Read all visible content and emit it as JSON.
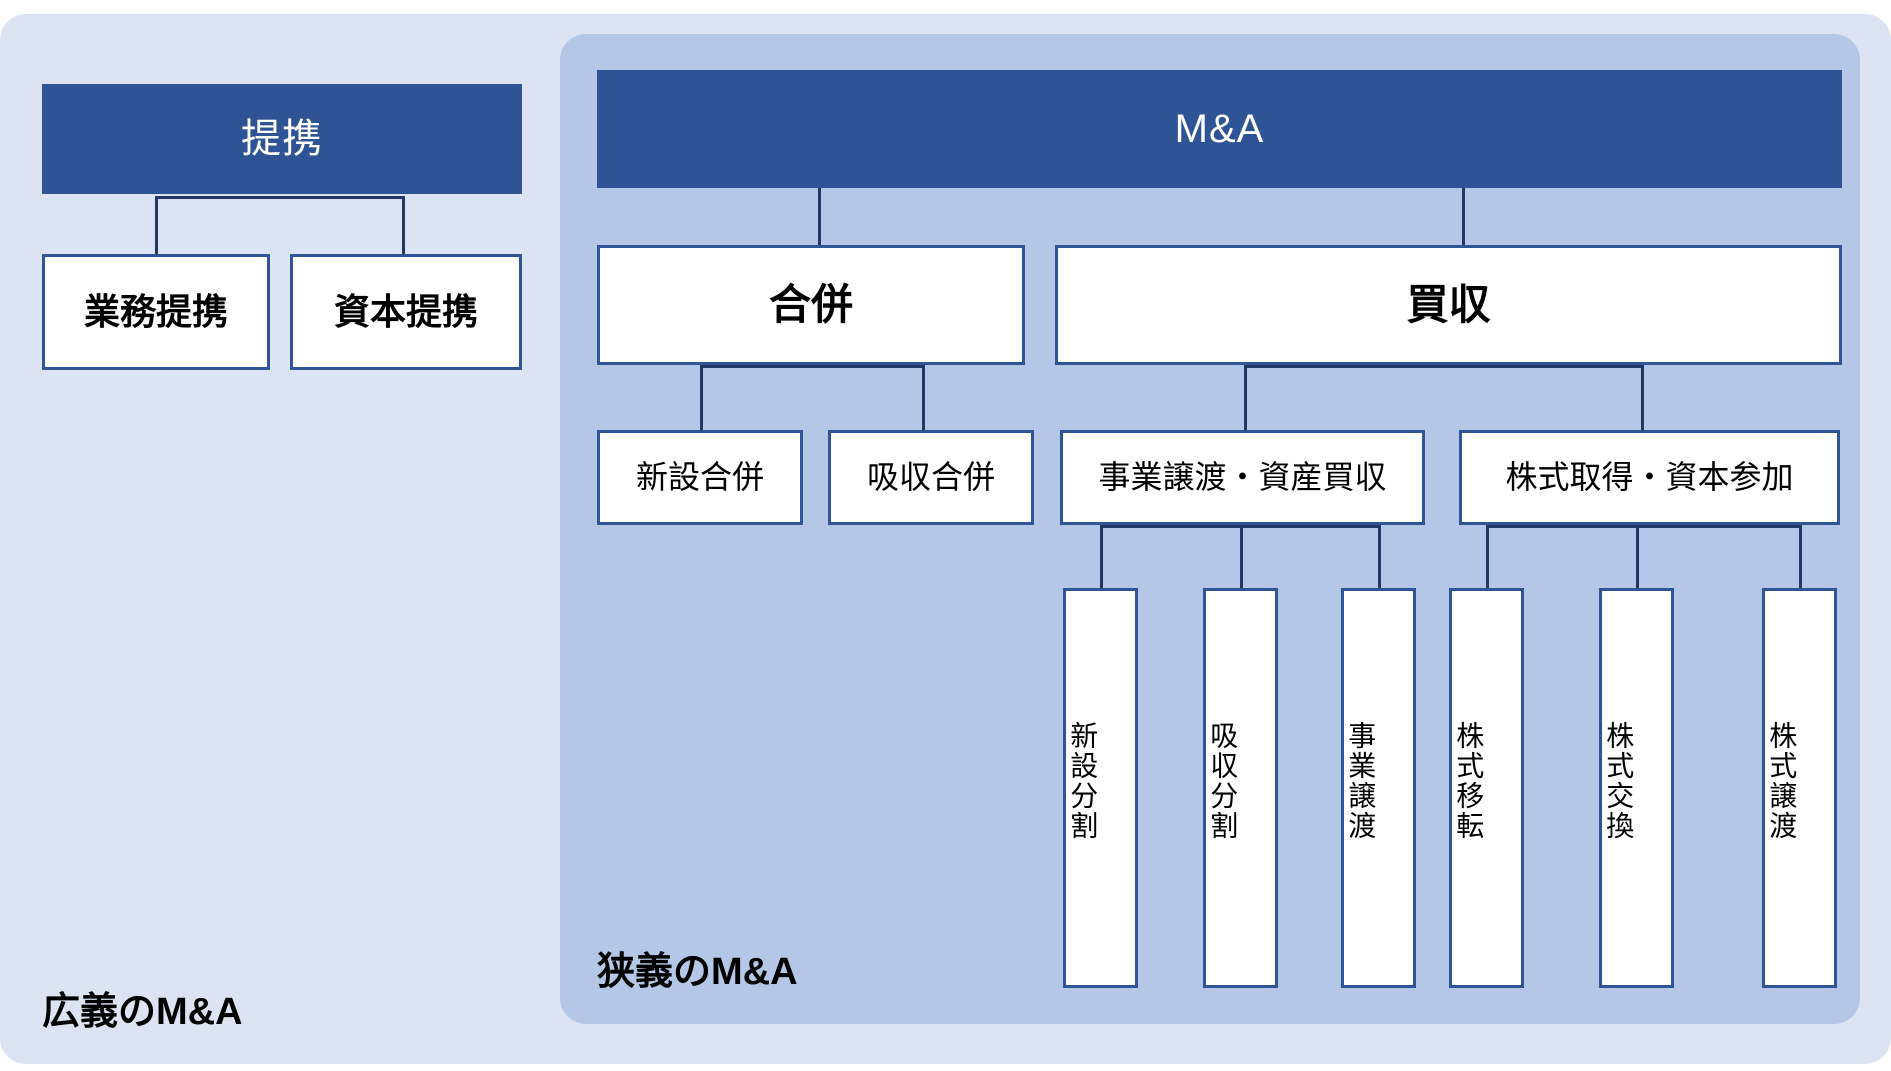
{
  "diagram": {
    "title_broad": "広義のM&A",
    "title_narrow": "狭義のM&A",
    "colors": {
      "panel_broad_bg": "#dce4f3",
      "panel_narrow_bg": "#b4c7e7",
      "header_bg": "#2e5496",
      "header_text": "#ffffff",
      "node_bg": "#ffffff",
      "node_border": "#2f5597",
      "connector": "#1f3864",
      "text": "#000000"
    }
  },
  "alliance": {
    "header": "提携",
    "children": [
      {
        "label": "業務提携"
      },
      {
        "label": "資本提携"
      }
    ]
  },
  "ma": {
    "header": "M&A",
    "branches": [
      {
        "label": "合併",
        "children": [
          {
            "label": "新設合併"
          },
          {
            "label": "吸収合併"
          }
        ]
      },
      {
        "label": "買収",
        "children": [
          {
            "label": "事業譲渡・資産買収",
            "children": [
              {
                "label": "新設分割"
              },
              {
                "label": "吸収分割"
              },
              {
                "label": "事業譲渡"
              }
            ]
          },
          {
            "label": "株式取得・資本参加",
            "children": [
              {
                "label": "株式移転"
              },
              {
                "label": "株式交換"
              },
              {
                "label": "株式譲渡"
              }
            ]
          }
        ]
      }
    ]
  }
}
